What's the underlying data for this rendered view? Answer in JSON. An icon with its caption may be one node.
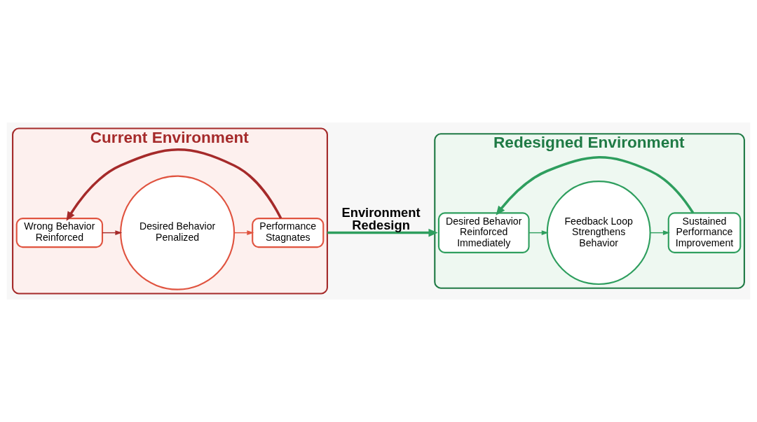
{
  "diagram": {
    "nodes": [
      {
        "text": [
          "Current Environment"
        ]
      },
      {
        "text": [
          "Wrong Behavior Reinforced"
        ],
        "in": 0
      },
      {
        "text": [
          "Desired Behavior Penalized"
        ],
        "in": 0
      },
      {
        "text": [
          "Performance Stagnates"
        ],
        "in": 0
      },
      {
        "text": [
          "Redesigned Environment"
        ]
      },
      {
        "text": [
          "Desired Behavior Reinforced Immediately"
        ],
        "in": 4
      },
      {
        "text": [
          "Feedback Loop Strengthens Behavior"
        ],
        "in": 4
      },
      {
        "text": [
          "Sustained Performance Improvement"
        ],
        "in": 4
      }
    ],
    "edges": [
      {
        "from": 1,
        "to": 2,
        "arrow": "to",
        "color": "#a52a2a"
      },
      {
        "from": 2,
        "to": 3,
        "arrow": "to",
        "color": "#e0533f"
      },
      {
        "from": 3,
        "to": 1,
        "arrow": "to",
        "style": "thick",
        "color": "#a52a2a"
      },
      {
        "from": 0,
        "to": 4,
        "arrow": "to",
        "label": "Environment Redesign",
        "style": "thick"
      },
      {
        "from": 5,
        "to": 6,
        "arrow": "to"
      },
      {
        "from": 6,
        "to": 7,
        "arrow": "to"
      },
      {
        "from": 7,
        "to": 5,
        "arrow": "to",
        "style": "thick"
      }
    ]
  }
}
